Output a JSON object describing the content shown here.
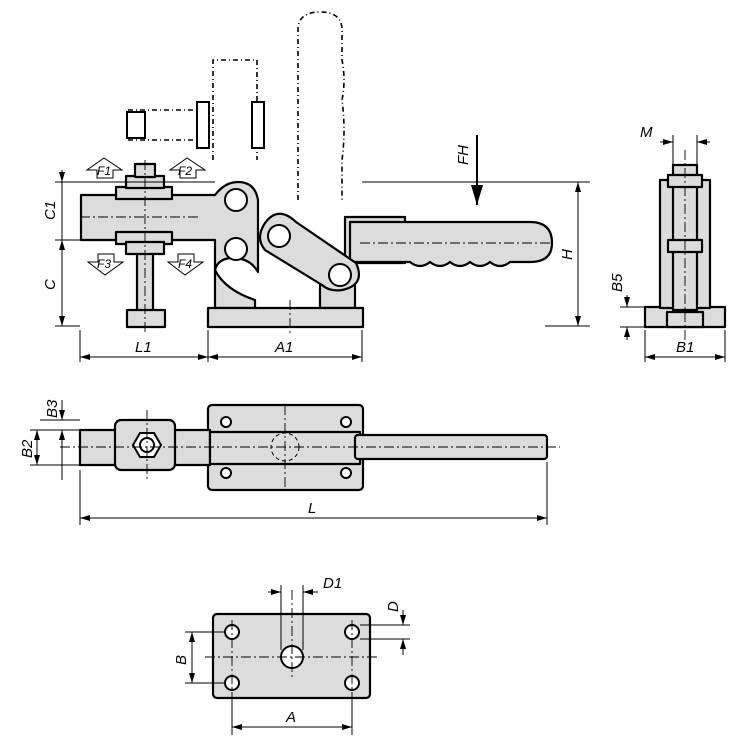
{
  "drawing": {
    "forces": {
      "f1": "F1",
      "f2": "F2",
      "f3": "F3",
      "f4": "F4",
      "fh": "FH"
    },
    "side_view": {
      "c1": "C1",
      "c": "C",
      "h": "H",
      "l1": "L1",
      "a1": "A1"
    },
    "end_view": {
      "m": "M",
      "b5": "B5",
      "b1": "B1"
    },
    "top_view": {
      "b3": "B3",
      "b2": "B2",
      "l": "L"
    },
    "base_view": {
      "d1": "D1",
      "d": "D",
      "b": "B",
      "a": "A"
    },
    "colors": {
      "fill": "#dcdcdc",
      "line": "#000000"
    }
  }
}
